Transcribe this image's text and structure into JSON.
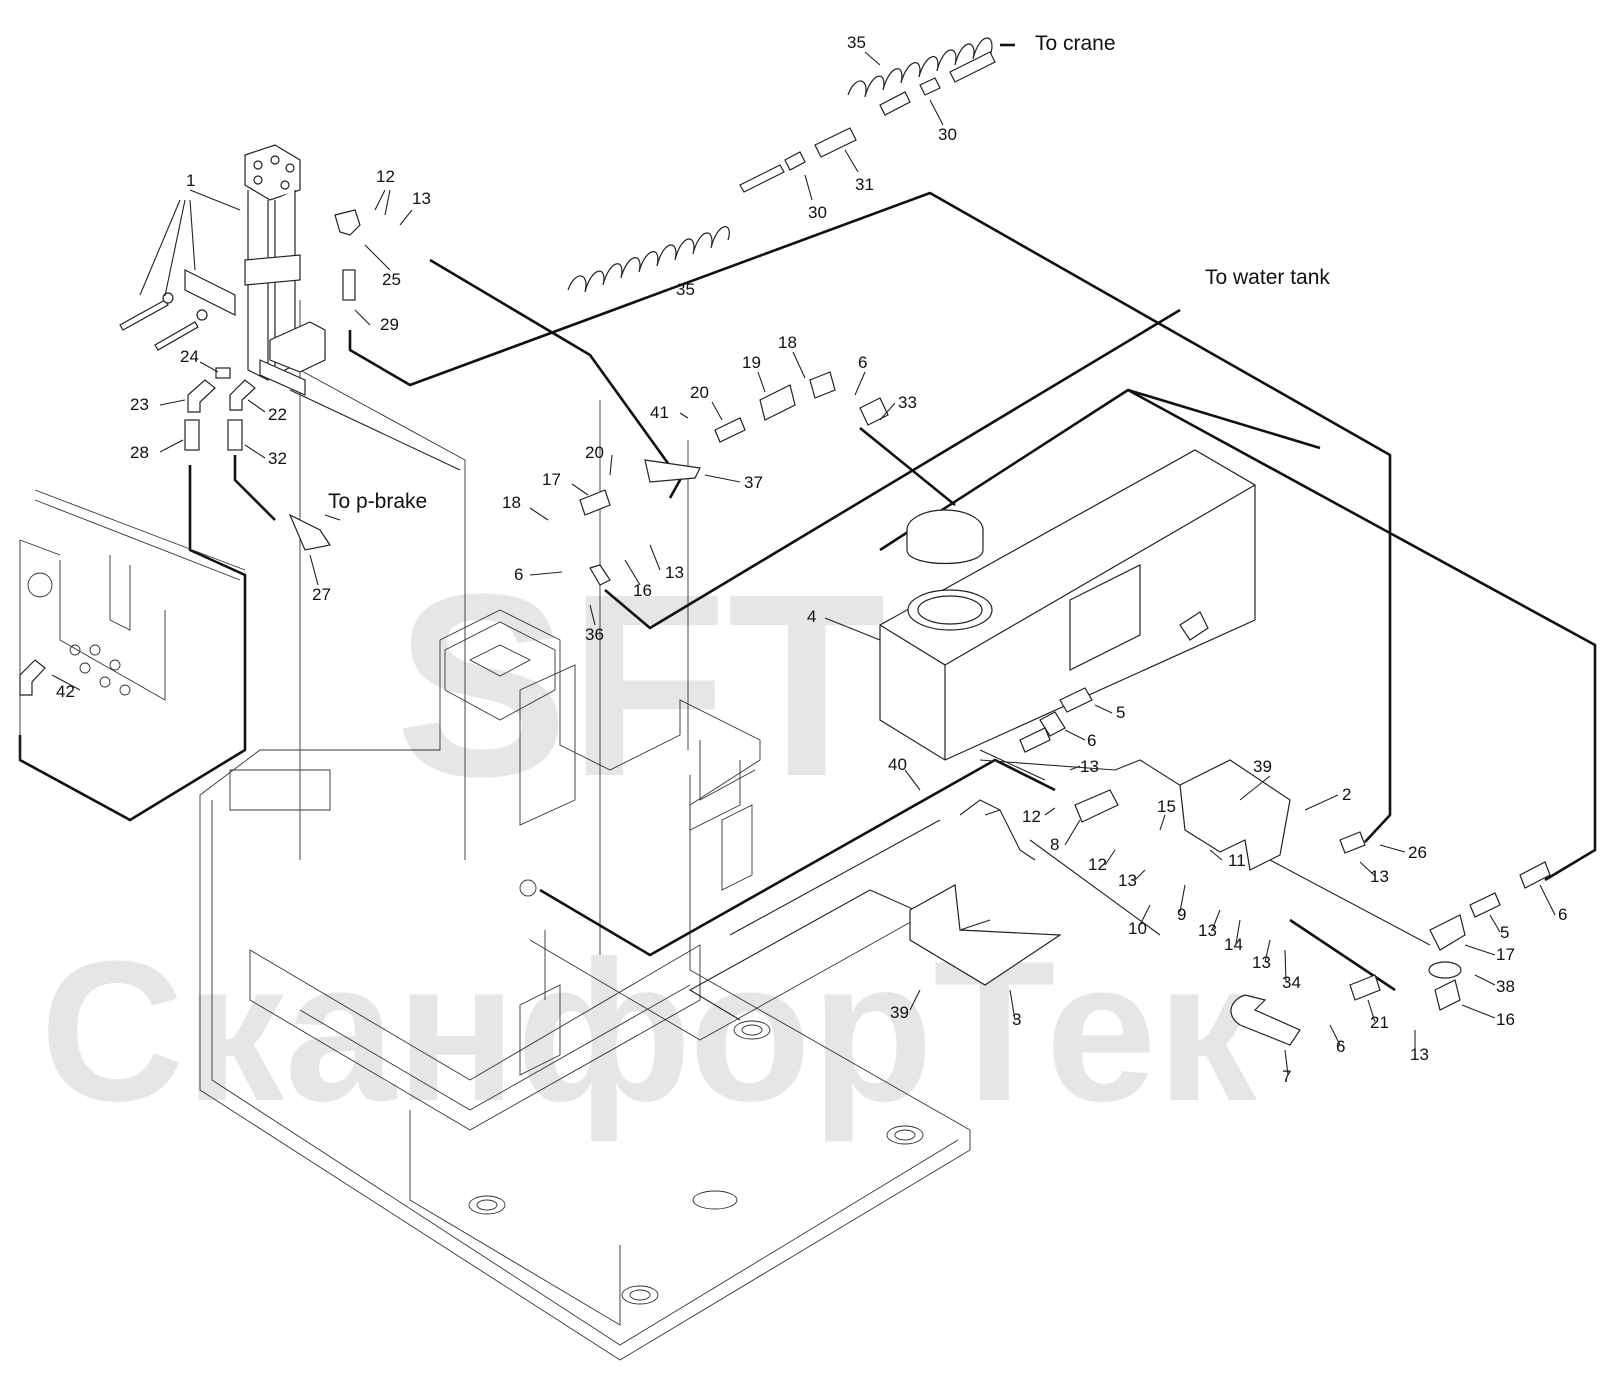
{
  "watermark": {
    "line1": "SFT",
    "line2": "СканфорТек"
  },
  "notes": {
    "to_crane": "To crane",
    "to_water_tank": "To water tank",
    "to_p_brake": "To p-brake"
  },
  "callouts": [
    {
      "id": "c35a",
      "text": "35"
    },
    {
      "id": "c30a",
      "text": "30"
    },
    {
      "id": "c31",
      "text": "31"
    },
    {
      "id": "c30b",
      "text": "30"
    },
    {
      "id": "c1",
      "text": "1"
    },
    {
      "id": "c12a",
      "text": "12"
    },
    {
      "id": "c13a",
      "text": "13"
    },
    {
      "id": "c25",
      "text": "25"
    },
    {
      "id": "c35b",
      "text": "35"
    },
    {
      "id": "c29",
      "text": "29"
    },
    {
      "id": "c24",
      "text": "24"
    },
    {
      "id": "c23",
      "text": "23"
    },
    {
      "id": "c22",
      "text": "22"
    },
    {
      "id": "c28",
      "text": "28"
    },
    {
      "id": "c32",
      "text": "32"
    },
    {
      "id": "c27",
      "text": "27"
    },
    {
      "id": "c42",
      "text": "42"
    },
    {
      "id": "c18a",
      "text": "18"
    },
    {
      "id": "c19",
      "text": "19"
    },
    {
      "id": "c6a",
      "text": "6"
    },
    {
      "id": "c33",
      "text": "33"
    },
    {
      "id": "c20a",
      "text": "20"
    },
    {
      "id": "c41",
      "text": "41"
    },
    {
      "id": "c20b",
      "text": "20"
    },
    {
      "id": "c17a",
      "text": "17"
    },
    {
      "id": "c37",
      "text": "37"
    },
    {
      "id": "c18b",
      "text": "18"
    },
    {
      "id": "c13b",
      "text": "13"
    },
    {
      "id": "c16a",
      "text": "16"
    },
    {
      "id": "c6b",
      "text": "6"
    },
    {
      "id": "c36",
      "text": "36"
    },
    {
      "id": "c4",
      "text": "4"
    },
    {
      "id": "c5a",
      "text": "5"
    },
    {
      "id": "c6c",
      "text": "6"
    },
    {
      "id": "c40",
      "text": "40"
    },
    {
      "id": "c13c",
      "text": "13"
    },
    {
      "id": "c39a",
      "text": "39"
    },
    {
      "id": "c2",
      "text": "2"
    },
    {
      "id": "c12b",
      "text": "12"
    },
    {
      "id": "c15",
      "text": "15"
    },
    {
      "id": "c8",
      "text": "8"
    },
    {
      "id": "c11",
      "text": "11"
    },
    {
      "id": "c12c",
      "text": "12"
    },
    {
      "id": "c13d",
      "text": "13"
    },
    {
      "id": "c9",
      "text": "9"
    },
    {
      "id": "c10",
      "text": "10"
    },
    {
      "id": "c13e",
      "text": "13"
    },
    {
      "id": "c14",
      "text": "14"
    },
    {
      "id": "c13f",
      "text": "13"
    },
    {
      "id": "c26",
      "text": "26"
    },
    {
      "id": "c13g",
      "text": "13"
    },
    {
      "id": "c6d",
      "text": "6"
    },
    {
      "id": "c5b",
      "text": "5"
    },
    {
      "id": "c17b",
      "text": "17"
    },
    {
      "id": "c38",
      "text": "38"
    },
    {
      "id": "c16b",
      "text": "16"
    },
    {
      "id": "c13h",
      "text": "13"
    },
    {
      "id": "c34",
      "text": "34"
    },
    {
      "id": "c21",
      "text": "21"
    },
    {
      "id": "c6e",
      "text": "6"
    },
    {
      "id": "c7",
      "text": "7"
    },
    {
      "id": "c3",
      "text": "3"
    },
    {
      "id": "c39b",
      "text": "39"
    }
  ]
}
